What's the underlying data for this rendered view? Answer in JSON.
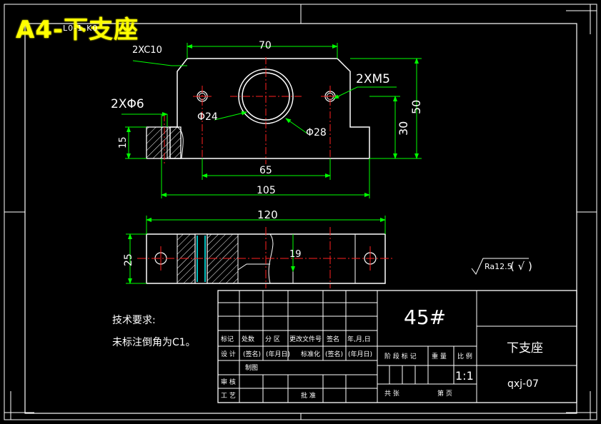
{
  "sheet_title": "A4-下支座",
  "sheet_title_overlap": "L0-1-K0",
  "dims": {
    "top_width": "70",
    "chamfer": "2XC10",
    "threads": "2XM5",
    "holes": "2XΦ6",
    "dia_inner": "Φ24",
    "dia_outer": "Φ28",
    "height_total": "50",
    "height_bore": "30",
    "height_foot": "15",
    "hole_spacing": "65",
    "base_width": "105",
    "plan_width": "120",
    "plan_depth": "25",
    "plan_slot": "19"
  },
  "roughness": "Ra12.5",
  "roughness_paren": "( √ )",
  "notes": {
    "heading": "技术要求:",
    "line1": "未标注倒角为C1。"
  },
  "title_block": {
    "material": "45#",
    "part_name": "下支座",
    "drawing_no": "qxj-07",
    "scale": "1:1",
    "h_mark": "标记",
    "h_count": "处数",
    "h_zone": "分 区",
    "h_doc": "更改文件号",
    "h_sign": "签名",
    "h_date": "年,月,日",
    "h_design": "设 计",
    "h_design_sign": "(签名)",
    "h_design_date": "(年月日)",
    "h_std": "标准化",
    "h_std_sign": "(签名)",
    "h_std_date": "(年月日)",
    "h_draw": "制图",
    "h_review": "审 核",
    "h_process": "工 艺",
    "h_approve": "批 准",
    "h_stage": "阶 段 标 记",
    "h_weight": "重 量",
    "h_scale": "比 例",
    "h_total": "共   张",
    "h_page": "第   页"
  }
}
